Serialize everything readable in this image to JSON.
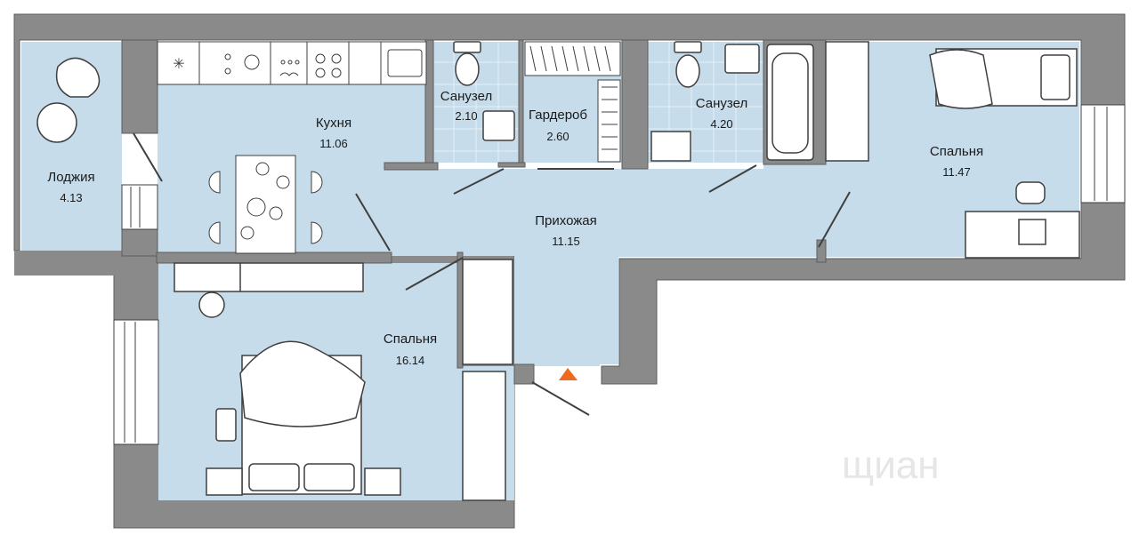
{
  "plan": {
    "rooms": [
      {
        "key": "loggia",
        "name": "Лоджия",
        "area": "4.13"
      },
      {
        "key": "kitchen",
        "name": "Кухня",
        "area": "11.06"
      },
      {
        "key": "bath1",
        "name": "Санузел",
        "area": "2.10"
      },
      {
        "key": "wardrobe",
        "name": "Гардероб",
        "area": "2.60"
      },
      {
        "key": "bath2",
        "name": "Санузел",
        "area": "4.20"
      },
      {
        "key": "bedroom_right",
        "name": "Спальня",
        "area": "11.47"
      },
      {
        "key": "hallway",
        "name": "Прихожая",
        "area": "11.15"
      },
      {
        "key": "bedroom_left",
        "name": "Спальня",
        "area": "16.14"
      }
    ],
    "watermark": "щиан",
    "colors": {
      "wall": "#8a8a8a",
      "wall_edge": "#5c5c5c",
      "floor": "#c6dcea",
      "tile_line": "#e6f0f6",
      "furniture_line": "#3f3f3f",
      "entry_marker": "#ee6a1f"
    }
  }
}
